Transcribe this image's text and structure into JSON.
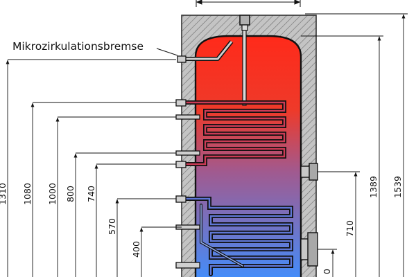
{
  "annotation": {
    "label": "Mikrozirkulationsbremse"
  },
  "dimensions_left": [
    {
      "id": "dim-1310",
      "label": "1310"
    },
    {
      "id": "dim-1080",
      "label": "1080"
    },
    {
      "id": "dim-1000",
      "label": "1000"
    },
    {
      "id": "dim-800",
      "label": "800"
    },
    {
      "id": "dim-740",
      "label": "740"
    },
    {
      "id": "dim-570",
      "label": "570"
    },
    {
      "id": "dim-400",
      "label": "400"
    }
  ],
  "dimensions_right": [
    {
      "id": "dim-1539",
      "label": "1539"
    },
    {
      "id": "dim-1389",
      "label": "1389"
    },
    {
      "id": "dim-710",
      "label": "710"
    },
    {
      "id": "dim-partial",
      "label": "0"
    }
  ],
  "colors": {
    "water_hot": "#ff2a1a",
    "water_cold": "#3f8fff",
    "insulation": "#c4c4c4",
    "line": "#111111"
  }
}
